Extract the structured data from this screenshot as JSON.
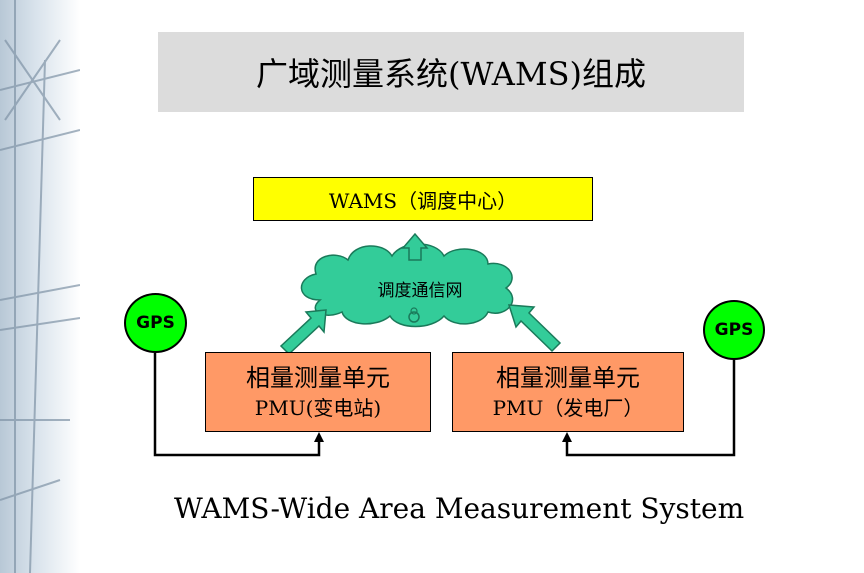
{
  "title": "广域测量系统(WAMS)组成",
  "center": {
    "label": "WAMS（调度中心）"
  },
  "network": {
    "label": "调度通信网"
  },
  "pmu_left": {
    "line1": "相量测量单元",
    "line2": "PMU(变电站)"
  },
  "pmu_right": {
    "line1": "相量测量单元",
    "line2": "PMU（发电厂）"
  },
  "gps_left": {
    "label": "GPS"
  },
  "gps_right": {
    "label": "GPS"
  },
  "caption": "WAMS-Wide  Area Measurement System",
  "colors": {
    "center_fill": "#ffff00",
    "pmu_fill": "#ff9966",
    "gps_fill": "#00ff00",
    "cloud_fill": "#33cc99",
    "arrow_fill": "#33cc99",
    "title_fill": "#dcdcdc"
  }
}
